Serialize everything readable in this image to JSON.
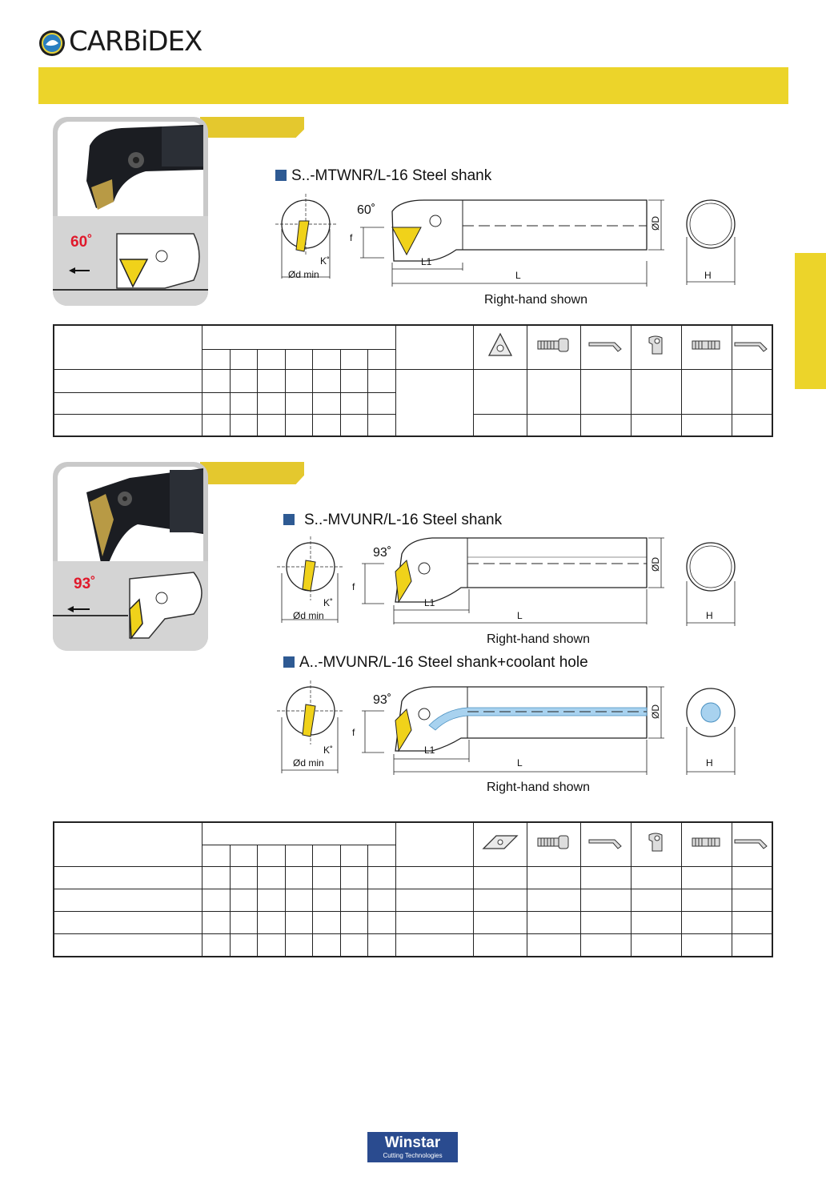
{
  "brand": {
    "name": "CARBiDEX"
  },
  "section1": {
    "series": "S..-MTWNR/L-16   Steel shank",
    "angle": "60˚",
    "angle_diagram": "60˚",
    "caption": "Right-hand shown",
    "dims": {
      "f": "f",
      "L1": "L1",
      "L": "L",
      "D": "ØD",
      "H": "H",
      "K": "K˚",
      "dmin": "Ød min"
    }
  },
  "section2": {
    "series_a": "S..-MVUNR/L-16   Steel shank",
    "series_b": "A..-MVUNR/L-16    Steel shank+coolant hole",
    "angle": "93˚",
    "angle_diagram": "93˚",
    "caption": "Right-hand shown",
    "dims": {
      "f": "f",
      "L1": "L1",
      "L": "L",
      "D": "ØD",
      "H": "H",
      "K": "K˚",
      "dmin": "Ød min"
    }
  },
  "footer": {
    "brand": "Winstar",
    "tagline": "Cutting Technologies"
  },
  "colors": {
    "accent_yellow": "#ecd42a",
    "square_blue": "#2e5a93",
    "red_angle": "#e0192b",
    "footer_blue": "#2a4b8f"
  }
}
